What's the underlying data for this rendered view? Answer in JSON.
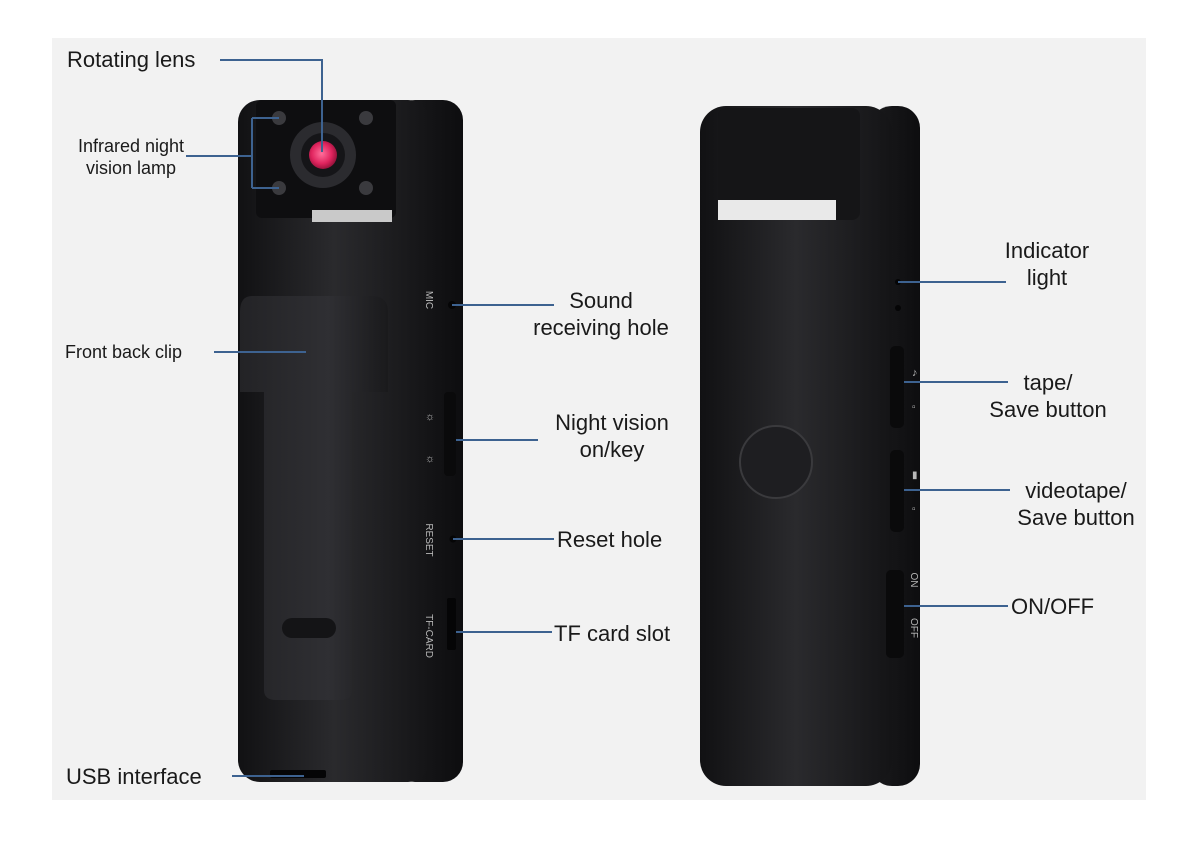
{
  "colors": {
    "background_panel": "#f2f2f2",
    "device_body": "#1c1c1e",
    "device_highlight": "#3a3a3c",
    "lens_accent": "#e0245e",
    "callout_line": "#3d6290"
  },
  "labels": {
    "rotating_lens": "Rotating lens",
    "infrared_lamp": [
      "Infrared night",
      "vision lamp"
    ],
    "front_back_clip": "Front back clip",
    "usb_interface": "USB interface",
    "sound_hole": [
      "Sound",
      "receiving hole"
    ],
    "night_vision_key": [
      "Night vision",
      "on/key"
    ],
    "reset_hole": "Reset hole",
    "tf_card_slot": "TF card slot",
    "indicator_light": [
      "Indicator",
      "light"
    ],
    "tape_save": [
      "tape/",
      "Save button"
    ],
    "videotape_save": [
      "videotape/",
      "Save button"
    ],
    "on_off": "ON/OFF"
  },
  "device_markings": {
    "mic": "MIC",
    "reset": "RESET",
    "tf_card": "TF-CARD",
    "on": "ON",
    "off": "OFF"
  }
}
